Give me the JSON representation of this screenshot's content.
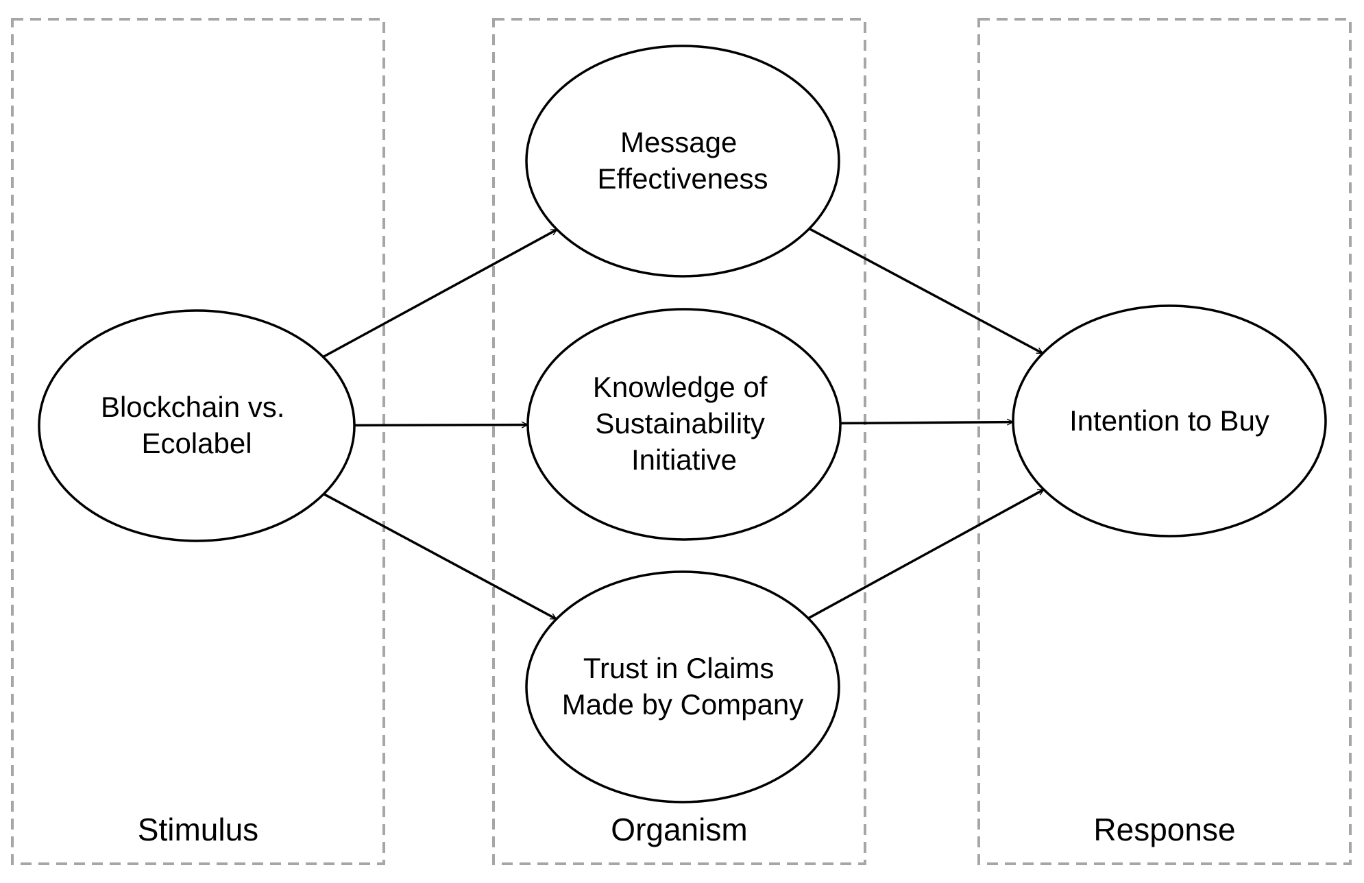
{
  "panels": {
    "stimulus": "Stimulus",
    "organism": "Organism",
    "response": "Response"
  },
  "nodes": {
    "blockchain": [
      "Blockchain vs.",
      "Ecolabel"
    ],
    "message": [
      "Message",
      "Effectiveness"
    ],
    "knowledge": [
      "Knowledge of",
      "Sustainability",
      "Initiative"
    ],
    "trust": [
      "Trust in Claims",
      "Made by Company"
    ],
    "intention": [
      "Intention to Buy"
    ]
  },
  "edges": [
    {
      "from": "blockchain",
      "to": "message"
    },
    {
      "from": "blockchain",
      "to": "knowledge"
    },
    {
      "from": "blockchain",
      "to": "trust"
    },
    {
      "from": "message",
      "to": "intention"
    },
    {
      "from": "knowledge",
      "to": "intention"
    },
    {
      "from": "trust",
      "to": "intention"
    }
  ],
  "colors": {
    "panel_border": "#a6a6a6",
    "stroke": "#000000",
    "background": "#ffffff"
  }
}
